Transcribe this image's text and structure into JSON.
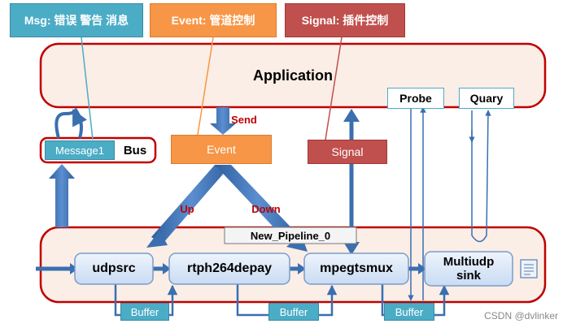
{
  "top_labels": {
    "msg": "Msg: 错误 警告 消息",
    "event": "Event: 管道控制",
    "signal": "Signal: 插件控制"
  },
  "application": {
    "title": "Application"
  },
  "probe": {
    "label": "Probe"
  },
  "quary": {
    "label": "Quary"
  },
  "send": {
    "label": "Send"
  },
  "bus": {
    "message_label": "Message1",
    "bus_label": "Bus"
  },
  "event": {
    "label": "Event"
  },
  "signal": {
    "label": "Signal"
  },
  "arrows": {
    "up_label": "Up",
    "down_label": "Down"
  },
  "pipeline": {
    "name": "New_Pipeline_0",
    "elements": [
      "udpsrc",
      "rtph264depay",
      "mpegtsmux",
      "Multiudp\nsink"
    ],
    "buffer_label": "Buffer"
  },
  "watermark": "CSDN @dvlinker",
  "colors": {
    "msg_box": "#4bacc6",
    "event_box": "#f79646",
    "signal_box": "#c0504d",
    "panel_fill": "#fbeee6",
    "panel_border": "#c00000",
    "element_fill": "#dce8f7",
    "arrow_blue": "#3a6fb0"
  }
}
